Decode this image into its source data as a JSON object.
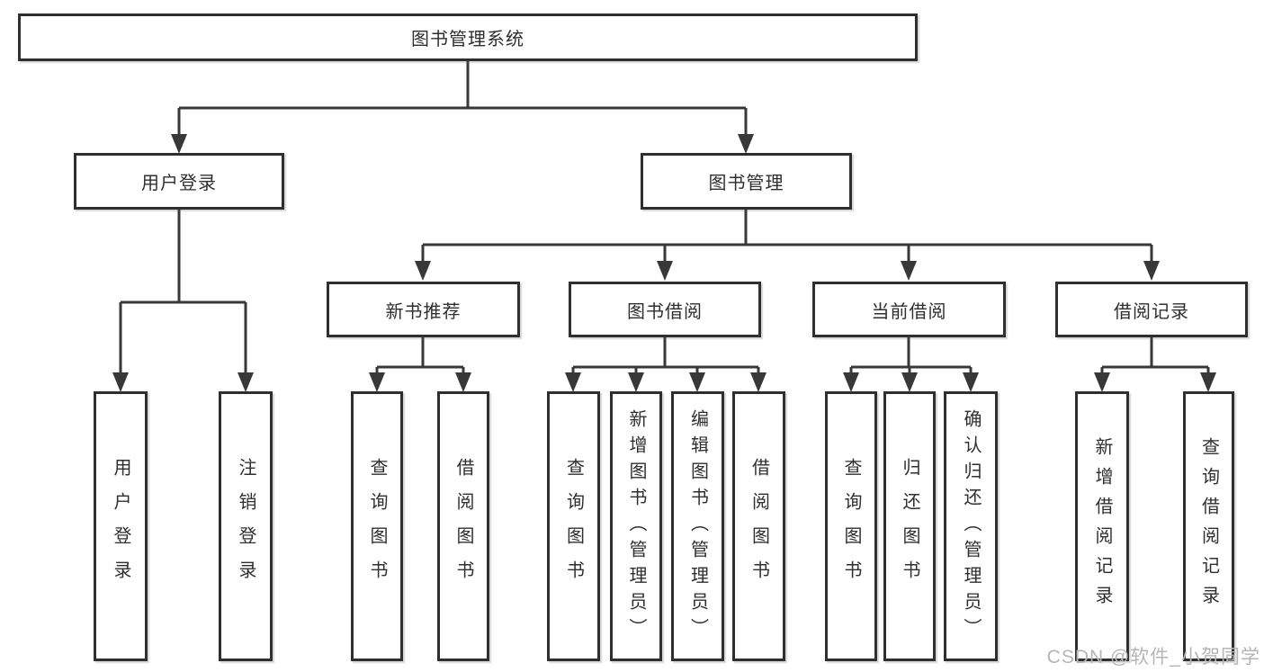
{
  "watermark": "CSDN @软件_小贺同学",
  "nodes": {
    "root": "图书管理系统",
    "user_login": "用户登录",
    "book_mgmt": "图书管理",
    "new_books": "新书推荐",
    "book_borrow": "图书借阅",
    "current_borrow": "当前借阅",
    "borrow_records": "借阅记录",
    "leaves_user_login": [
      "用户登录",
      "注销登录"
    ],
    "leaves_new_books": [
      "查询图书",
      "借阅图书"
    ],
    "leaves_book_borrow": [
      "查询图书",
      "新增图书（管理员）",
      "编辑图书（管理员）",
      "借阅图书"
    ],
    "leaves_current_borrow": [
      "查询图书",
      "归还图书",
      "确认归还（管理员）"
    ],
    "leaves_borrow_records": [
      "新增借阅记录",
      "查询借阅记录"
    ]
  }
}
